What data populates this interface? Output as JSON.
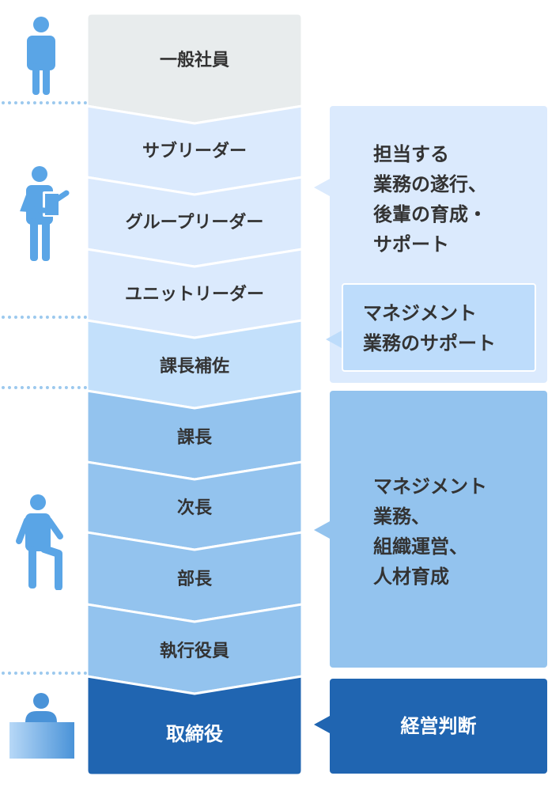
{
  "steps": [
    {
      "label": "一般社員",
      "color": "#e8eced"
    },
    {
      "label": "サブリーダー",
      "color": "#dbeafd"
    },
    {
      "label": "グループリーダー",
      "color": "#dbeafd"
    },
    {
      "label": "ユニットリーダー",
      "color": "#dbeafd"
    },
    {
      "label": "課長補佐",
      "color": "#c3e0fb"
    },
    {
      "label": "課長",
      "color": "#93c3ee"
    },
    {
      "label": "次長",
      "color": "#93c3ee"
    },
    {
      "label": "部長",
      "color": "#93c3ee"
    },
    {
      "label": "執行役員",
      "color": "#93c3ee"
    },
    {
      "label": "取締役",
      "color": "#2065b1"
    }
  ],
  "roles": {
    "leader_duties": [
      "担当する",
      "業務の遂行、",
      "後輩の育成・",
      "サポート"
    ],
    "assistant_duties": [
      "マネジメント",
      "業務のサポート"
    ],
    "manager_duties": [
      "マネジメント",
      "業務、",
      "組織運営、",
      "人材育成"
    ],
    "director_duties": [
      "経営判断"
    ]
  },
  "icons": {
    "staff": "standing-person-icon",
    "leader": "person-with-clipboard-icon",
    "manager": "person-climbing-step-icon",
    "director": "person-at-desk-icon"
  },
  "colors": {
    "icon_light": "#5aa5e6",
    "icon_dark": "#4a93d8",
    "separator": "#9cc9ee"
  }
}
